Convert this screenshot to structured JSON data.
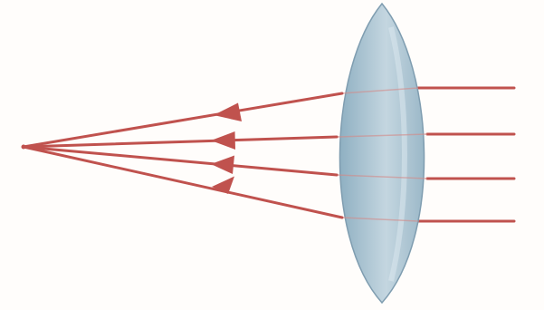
{
  "diagram": {
    "type": "converging-lens-ray-diagram",
    "description": "",
    "background_color": "#fffdfb",
    "lens": {
      "kind": "biconvex",
      "fill_edge": "#8fb0c2",
      "fill_center": "#c4d6e0",
      "stroke": "#7f9db0"
    },
    "rays": {
      "count": 4,
      "color": "#c0524e",
      "direction": "right-to-left",
      "converge_to": "focal-point-left",
      "arrowheads": true
    }
  }
}
